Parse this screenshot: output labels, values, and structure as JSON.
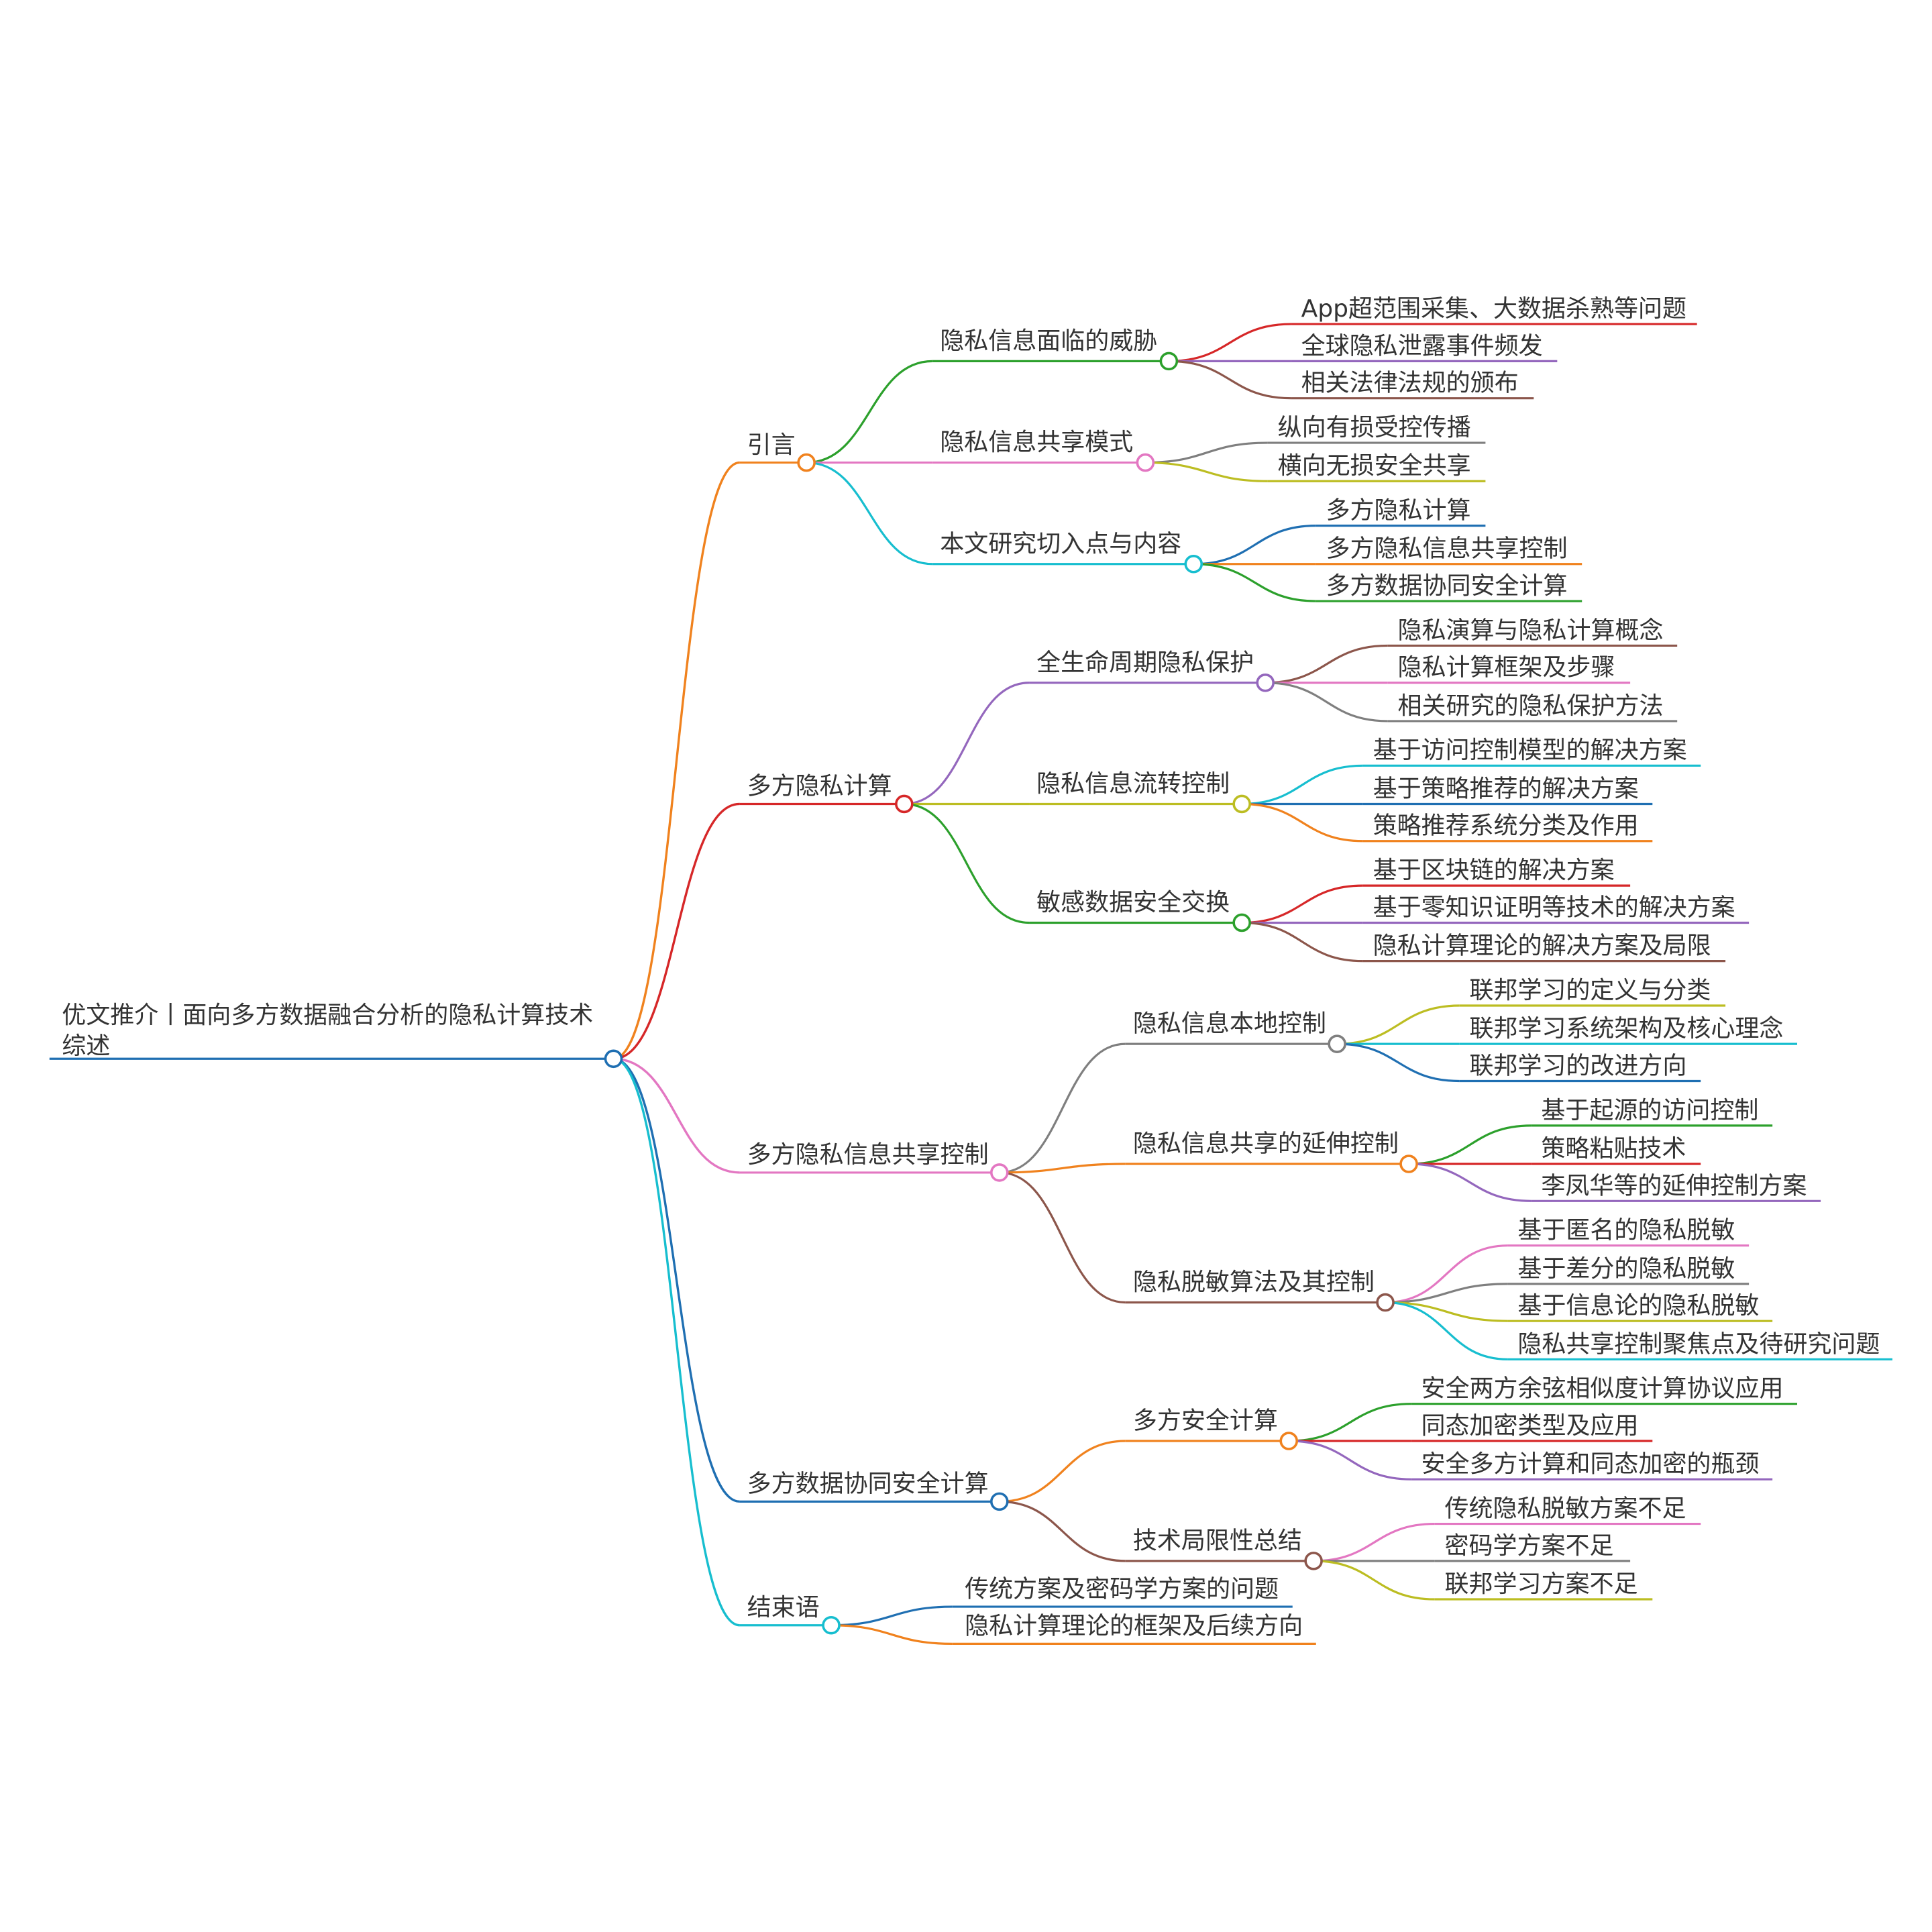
{
  "root": {
    "lines": [
      "优文推介丨面向多方数据融合分析的隐私计算技术",
      "综述"
    ],
    "color": "#1f6fb2"
  },
  "branches": [
    {
      "label": "引言",
      "color": "#f0821e",
      "children": [
        {
          "label": "隐私信息面临的威胁",
          "color": "#2ca02c",
          "children": [
            {
              "label": "App超范围采集、大数据杀熟等问题",
              "color": "#d62728"
            },
            {
              "label": "全球隐私泄露事件频发",
              "color": "#9467bd"
            },
            {
              "label": "相关法律法规的颁布",
              "color": "#8c564b"
            }
          ]
        },
        {
          "label": "隐私信息共享模式",
          "color": "#e377c2",
          "children": [
            {
              "label": "纵向有损受控传播",
              "color": "#7f7f7f"
            },
            {
              "label": "横向无损安全共享",
              "color": "#bcbd22"
            }
          ]
        },
        {
          "label": "本文研究切入点与内容",
          "color": "#17becf",
          "children": [
            {
              "label": "多方隐私计算",
              "color": "#1f6fb2"
            },
            {
              "label": "多方隐私信息共享控制",
              "color": "#f0821e"
            },
            {
              "label": "多方数据协同安全计算",
              "color": "#2ca02c"
            }
          ]
        }
      ]
    },
    {
      "label": "多方隐私计算",
      "color": "#d62728",
      "children": [
        {
          "label": "全生命周期隐私保护",
          "color": "#9467bd",
          "children": [
            {
              "label": "隐私演算与隐私计算概念",
              "color": "#8c564b"
            },
            {
              "label": "隐私计算框架及步骤",
              "color": "#e377c2"
            },
            {
              "label": "相关研究的隐私保护方法",
              "color": "#7f7f7f"
            }
          ]
        },
        {
          "label": "隐私信息流转控制",
          "color": "#bcbd22",
          "children": [
            {
              "label": "基于访问控制模型的解决方案",
              "color": "#17becf"
            },
            {
              "label": "基于策略推荐的解决方案",
              "color": "#1f6fb2"
            },
            {
              "label": "策略推荐系统分类及作用",
              "color": "#f0821e"
            }
          ]
        },
        {
          "label": "敏感数据安全交换",
          "color": "#2ca02c",
          "children": [
            {
              "label": "基于区块链的解决方案",
              "color": "#d62728"
            },
            {
              "label": "基于零知识证明等技术的解决方案",
              "color": "#9467bd"
            },
            {
              "label": "隐私计算理论的解决方案及局限",
              "color": "#8c564b"
            }
          ]
        }
      ]
    },
    {
      "label": "多方隐私信息共享控制",
      "color": "#e377c2",
      "children": [
        {
          "label": "隐私信息本地控制",
          "color": "#7f7f7f",
          "children": [
            {
              "label": "联邦学习的定义与分类",
              "color": "#bcbd22"
            },
            {
              "label": "联邦学习系统架构及核心理念",
              "color": "#17becf"
            },
            {
              "label": "联邦学习的改进方向",
              "color": "#1f6fb2"
            }
          ]
        },
        {
          "label": "隐私信息共享的延伸控制",
          "color": "#f0821e",
          "children": [
            {
              "label": "基于起源的访问控制",
              "color": "#2ca02c"
            },
            {
              "label": "策略粘贴技术",
              "color": "#d62728"
            },
            {
              "label": "李凤华等的延伸控制方案",
              "color": "#9467bd"
            }
          ]
        },
        {
          "label": "隐私脱敏算法及其控制",
          "color": "#8c564b",
          "children": [
            {
              "label": "基于匿名的隐私脱敏",
              "color": "#e377c2"
            },
            {
              "label": "基于差分的隐私脱敏",
              "color": "#7f7f7f"
            },
            {
              "label": "基于信息论的隐私脱敏",
              "color": "#bcbd22"
            },
            {
              "label": "隐私共享控制聚焦点及待研究问题",
              "color": "#17becf"
            }
          ]
        }
      ]
    },
    {
      "label": "多方数据协同安全计算",
      "color": "#1f6fb2",
      "children": [
        {
          "label": "多方安全计算",
          "color": "#f0821e",
          "children": [
            {
              "label": "安全两方余弦相似度计算协议应用",
              "color": "#2ca02c"
            },
            {
              "label": "同态加密类型及应用",
              "color": "#d62728"
            },
            {
              "label": "安全多方计算和同态加密的瓶颈",
              "color": "#9467bd"
            }
          ]
        },
        {
          "label": "技术局限性总结",
          "color": "#8c564b",
          "children": [
            {
              "label": "传统隐私脱敏方案不足",
              "color": "#e377c2"
            },
            {
              "label": "密码学方案不足",
              "color": "#7f7f7f"
            },
            {
              "label": "联邦学习方案不足",
              "color": "#bcbd22"
            }
          ]
        }
      ]
    },
    {
      "label": "结束语",
      "color": "#17becf",
      "children": [
        {
          "label": "传统方案及密码学方案的问题",
          "color": "#1f6fb2",
          "children": []
        },
        {
          "label": "隐私计算理论的框架及后续方向",
          "color": "#f0821e",
          "children": []
        }
      ]
    }
  ]
}
